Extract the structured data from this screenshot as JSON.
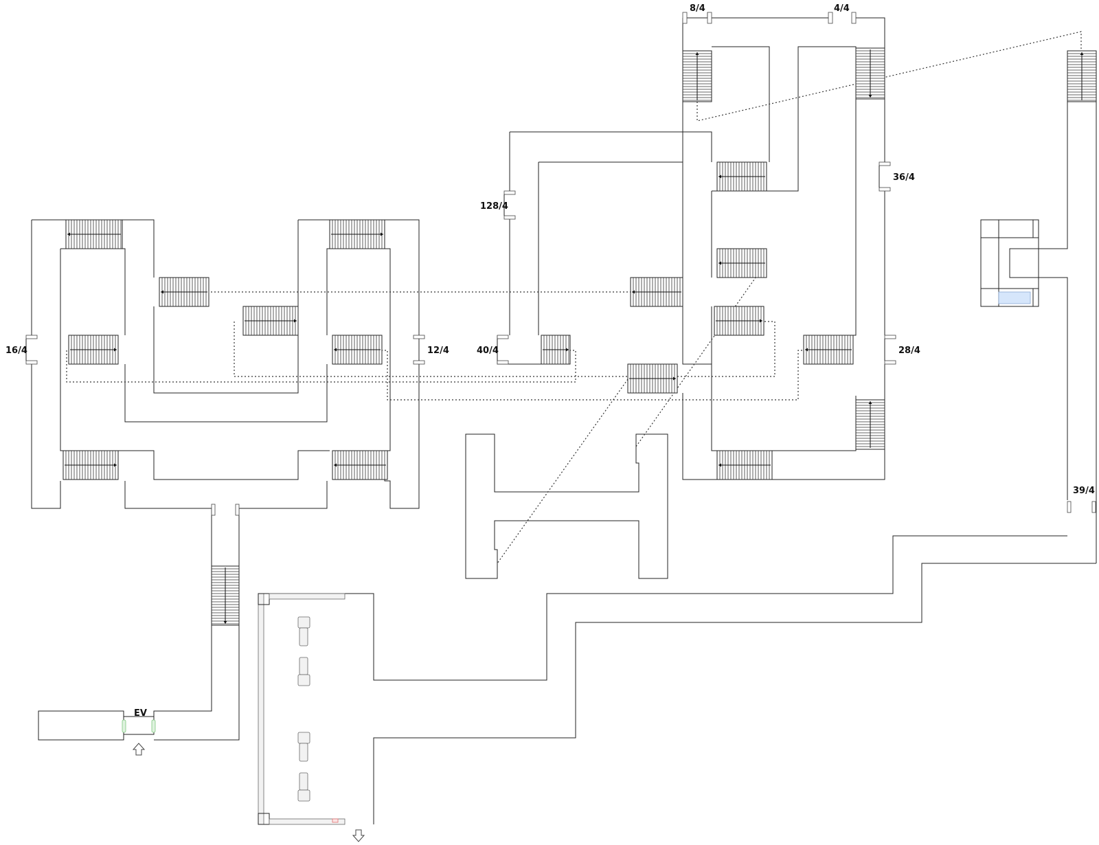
{
  "exit_labels": {
    "ex_8": "8/4",
    "ex_4": "4/4",
    "ex_36": "36/4",
    "ex_128": "128/4",
    "ex_16": "16/4",
    "ex_12": "12/4",
    "ex_40": "40/4",
    "ex_28": "28/4",
    "ex_39": "39/4"
  },
  "elevator_label": "EV",
  "icons": {
    "entrance": "up-arrow-icon",
    "exit": "down-arrow-icon"
  },
  "colors": {
    "wall": "#222222",
    "elevator_door": "#7fc77f",
    "pool": "#d6e6fb",
    "marker": "#e07070"
  }
}
